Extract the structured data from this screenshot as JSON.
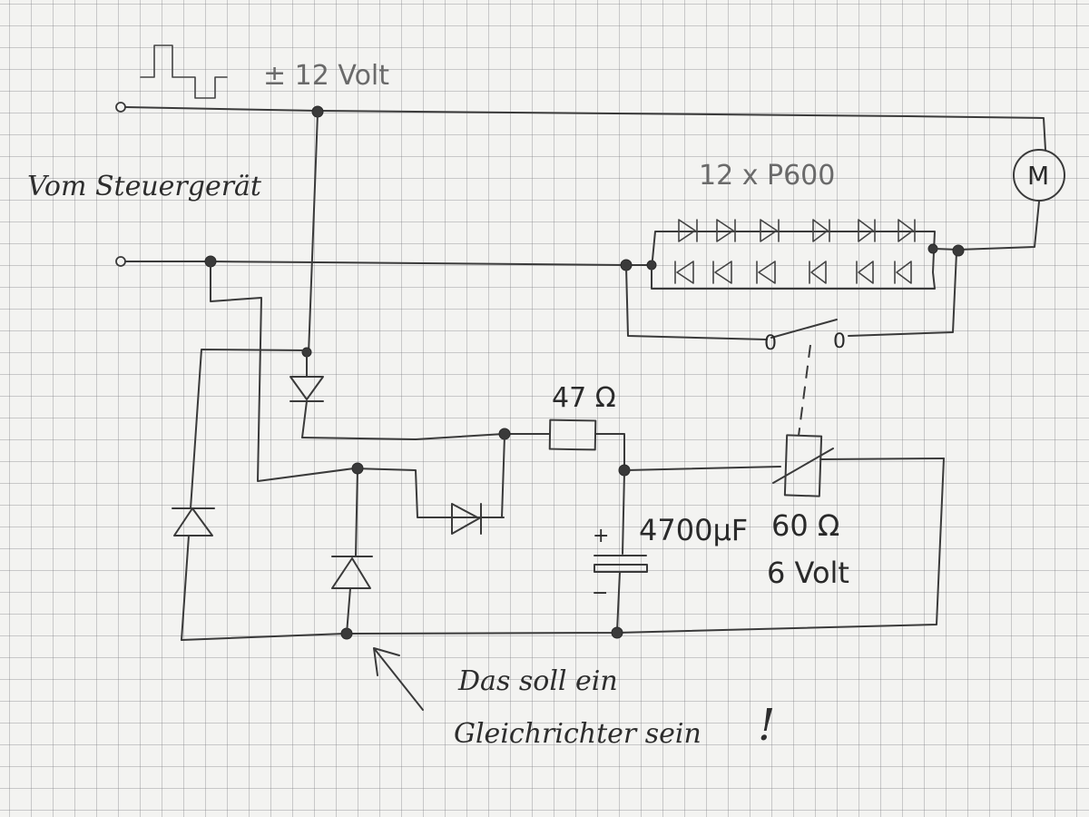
{
  "labels": {
    "supply": "± 12 Volt",
    "control_unit": "Vom Steuergerät",
    "diode_array": "12 x P600",
    "resistor": "47 Ω",
    "capacitor": "4700µF",
    "cap_plus": "+",
    "cap_minus": "−",
    "relay_resistance": "60 Ω",
    "relay_voltage": "6 Volt",
    "motor": "M",
    "note_line1": "Das soll ein",
    "note_line2": "Gleichrichter sein",
    "note_mark": "!",
    "switch_left": "0",
    "switch_right": "0"
  },
  "colors": {
    "ink": "#3a3a3a",
    "paper": "#f3f3f1",
    "grid": "#78787d"
  }
}
